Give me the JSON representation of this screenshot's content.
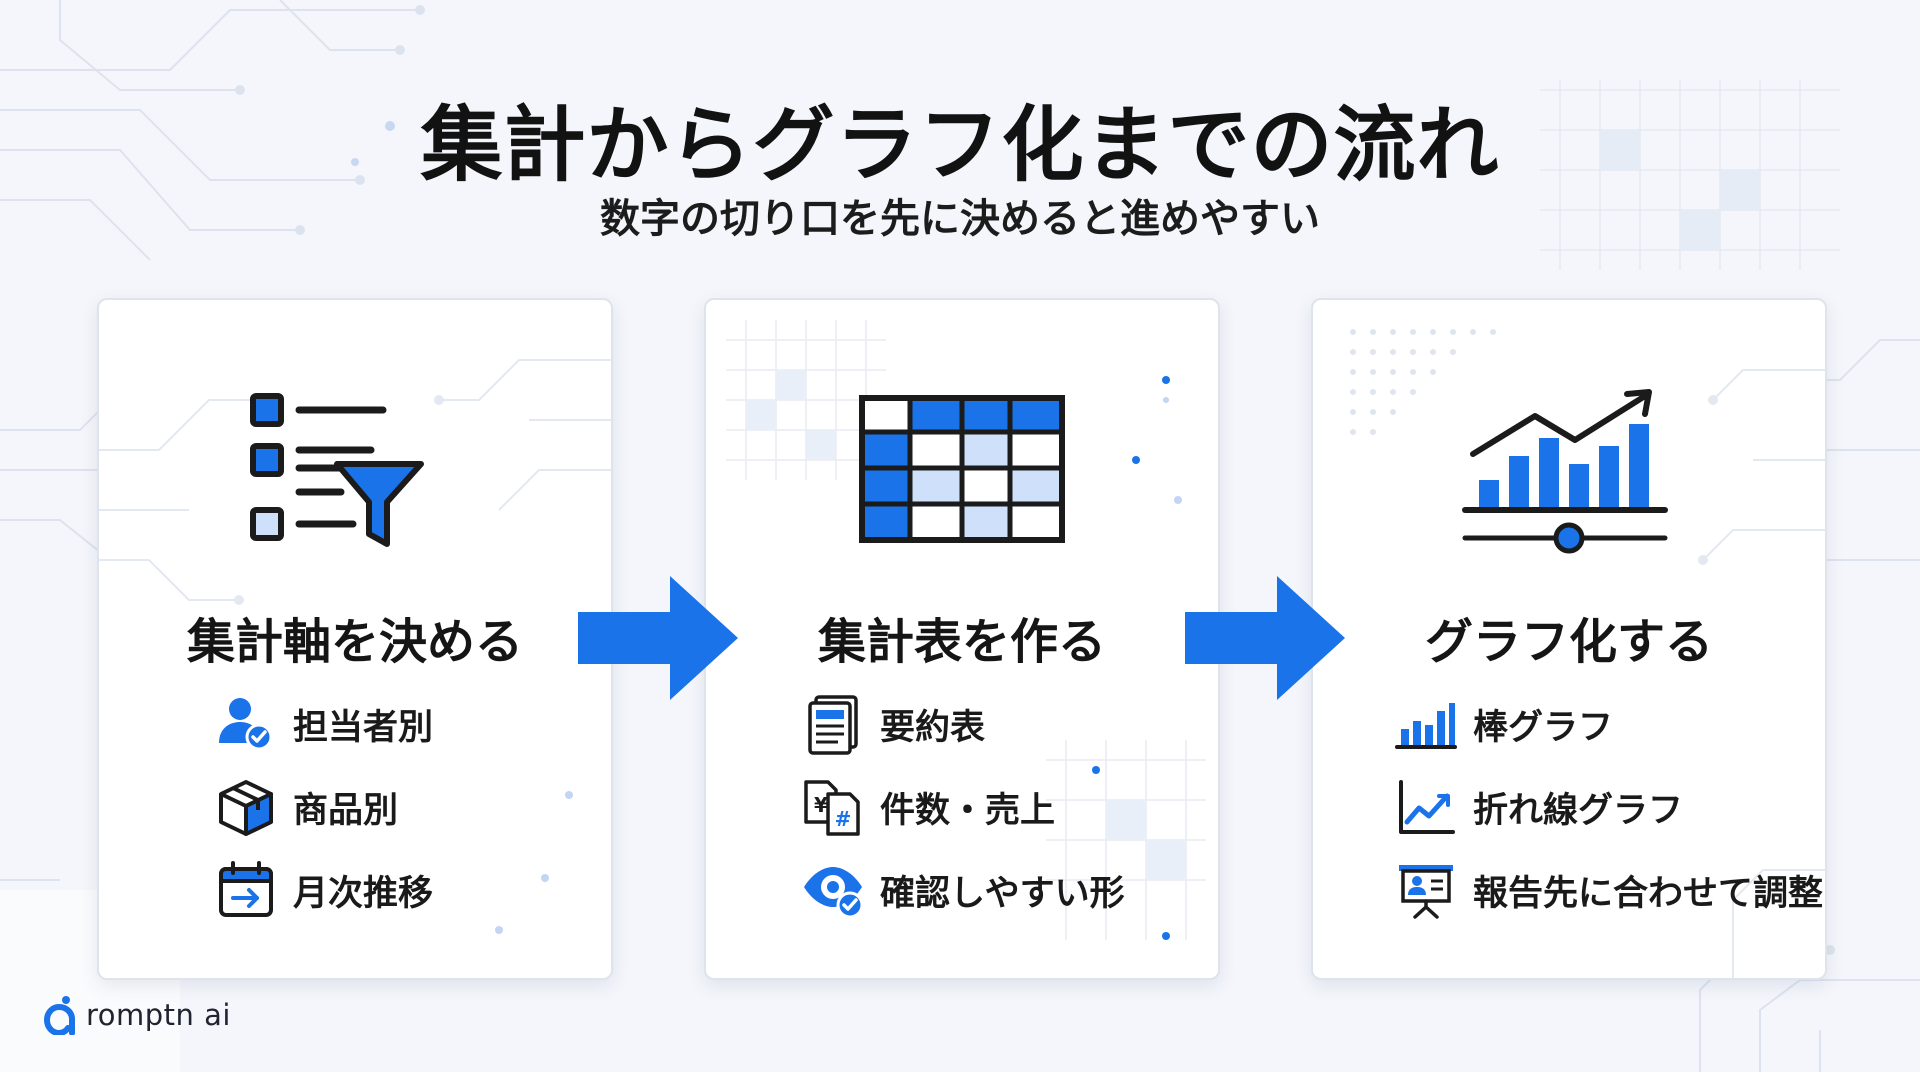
{
  "header": {
    "title": "集計からグラフ化までの流れ",
    "subtitle": "数字の切り口を先に決めると進めやすい"
  },
  "colors": {
    "accent": "#1a73e8",
    "accent_light": "#cfe0fb",
    "text": "#141414",
    "background": "#f4f6fb"
  },
  "steps": [
    {
      "title": "集計軸を決める",
      "hero_icon": "list-filter-icon",
      "items": [
        {
          "label": "担当者別",
          "icon": "person-check-icon"
        },
        {
          "label": "商品別",
          "icon": "box-icon"
        },
        {
          "label": "月次推移",
          "icon": "calendar-arrow-icon"
        }
      ]
    },
    {
      "title": "集計表を作る",
      "hero_icon": "table-grid-icon",
      "items": [
        {
          "label": "要約表",
          "icon": "document-icon"
        },
        {
          "label": "件数・売上",
          "icon": "yen-hash-document-icon"
        },
        {
          "label": "確認しやすい形",
          "icon": "eye-check-icon"
        }
      ]
    },
    {
      "title": "グラフ化する",
      "hero_icon": "chart-trend-icon",
      "items": [
        {
          "label": "棒グラフ",
          "icon": "bar-chart-icon"
        },
        {
          "label": "折れ線グラフ",
          "icon": "line-chart-icon"
        },
        {
          "label": "報告先に合わせて調整",
          "icon": "presentation-icon"
        }
      ]
    }
  ],
  "brand": {
    "name": "romptn ai",
    "logo_icon": "romptn-logo-icon"
  }
}
